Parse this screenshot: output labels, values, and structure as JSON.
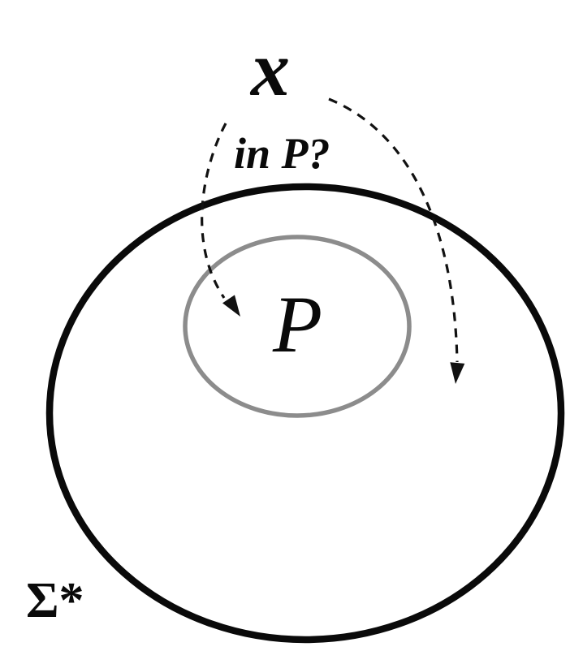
{
  "diagram": {
    "labels": {
      "string": "x",
      "question": "in P?",
      "inner_set": "P",
      "universe": "Σ*"
    },
    "colors": {
      "universe_ellipse": "#0a0a0a",
      "inner_ellipse": "#8c8c8c",
      "arrow": "#111111",
      "text": "#0a0a0a",
      "background": "#ffffff"
    },
    "arrows": [
      {
        "name": "into-p",
        "style": "dashed"
      },
      {
        "name": "outside-p",
        "style": "dashed"
      }
    ]
  }
}
